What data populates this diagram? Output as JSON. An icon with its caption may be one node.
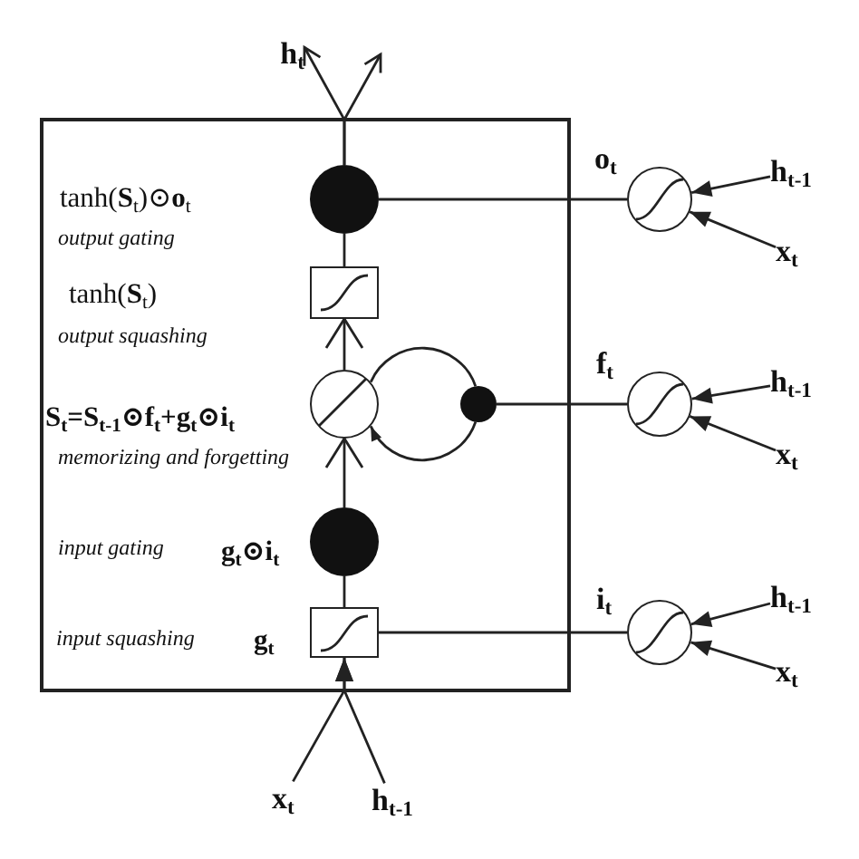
{
  "diagram": {
    "nodes": [
      {
        "text": [
          "h$_{t}$"
        ]
      },
      {
        "text": [],
        "shape": "box"
      },
      {
        "text": [],
        "shape": "circle",
        "in": 1,
        "beside": [
          "tanh(**S**$_{t}$)⊙**o**$_{t}$",
          "output gating"
        ]
      },
      {
        "text": [],
        "shape": "circle",
        "beside": [
          "o$_{t}$"
        ]
      },
      {
        "text": [
          "h$_{t-1}$"
        ]
      },
      {
        "text": [
          "x$_{t}$"
        ]
      },
      {
        "text": [],
        "shape": "box",
        "in": 1,
        "beside": [
          "tanh(**S**$_{t}$)",
          "output squashing"
        ]
      },
      {
        "text": [],
        "shape": "circle",
        "in": 1,
        "beside": [
          "S$_{t}$=S$_{t-1}$⊙f$_{t}$+g$_{t}$⊙i$_{t}$",
          "memorizing and forgetting"
        ]
      },
      {
        "text": [],
        "shape": "circle",
        "in": 1
      },
      {
        "text": [],
        "shape": "circle",
        "beside": [
          "f$_{t}$"
        ]
      },
      {
        "text": [
          "h$_{t-1}$"
        ]
      },
      {
        "text": [
          "x$_{t}$"
        ]
      },
      {
        "text": [],
        "shape": "circle",
        "in": 1,
        "beside": [
          "input gating",
          "g$_{t}$⊙i$_{t}$"
        ]
      },
      {
        "text": [],
        "shape": "box",
        "in": 1,
        "beside": [
          "input squashing",
          "g$_{t}$"
        ]
      },
      {
        "text": [],
        "shape": "circle",
        "beside": [
          "i$_{t}$"
        ]
      },
      {
        "text": [
          "h$_{t-1}$"
        ]
      },
      {
        "text": [
          "x$_{t}$"
        ]
      },
      {
        "text": [
          "x$_{t}$"
        ]
      },
      {
        "text": [
          "h$_{t-1}$"
        ]
      }
    ],
    "edges": [
      {
        "from": 2,
        "to": 0,
        "arrow": "to"
      },
      {
        "from": 2,
        "to": null,
        "arrow": "to"
      },
      {
        "from": 6,
        "to": 2,
        "arrow": "none"
      },
      {
        "from": 3,
        "to": 2,
        "arrow": "none"
      },
      {
        "from": 4,
        "to": 3,
        "arrow": "to"
      },
      {
        "from": 5,
        "to": 3,
        "arrow": "to"
      },
      {
        "from": 7,
        "to": 6,
        "arrow": "to"
      },
      {
        "from": 7,
        "to": 8,
        "arrow": "none"
      },
      {
        "from": 8,
        "to": 7,
        "arrow": "to"
      },
      {
        "from": 9,
        "to": 8,
        "arrow": "none"
      },
      {
        "from": 10,
        "to": 9,
        "arrow": "to"
      },
      {
        "from": 11,
        "to": 9,
        "arrow": "to"
      },
      {
        "from": 12,
        "to": 7,
        "arrow": "to"
      },
      {
        "from": 13,
        "to": 12,
        "arrow": "none"
      },
      {
        "from": 14,
        "to": 13,
        "arrow": "none"
      },
      {
        "from": 15,
        "to": 14,
        "arrow": "to"
      },
      {
        "from": 16,
        "to": 14,
        "arrow": "to"
      },
      {
        "from": 17,
        "to": 13,
        "arrow": "to"
      },
      {
        "from": 18,
        "to": 13,
        "arrow": "to"
      }
    ]
  }
}
